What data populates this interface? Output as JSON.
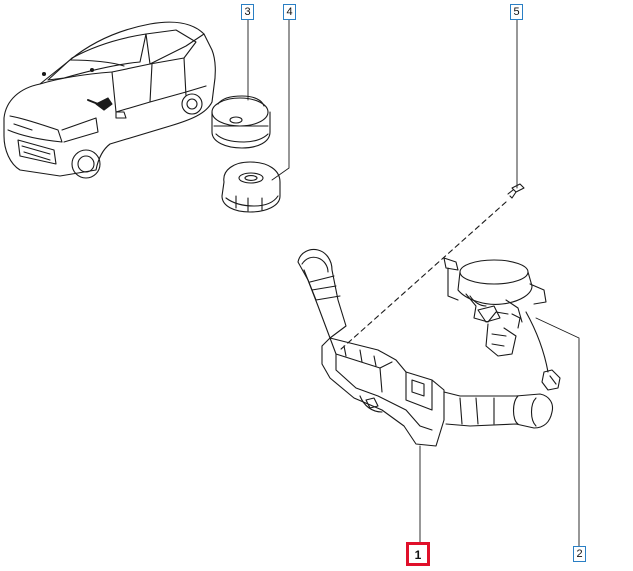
{
  "diagram": {
    "callouts": [
      {
        "id": "1",
        "label": "1",
        "selected": true
      },
      {
        "id": "2",
        "label": "2",
        "selected": false
      },
      {
        "id": "3",
        "label": "3",
        "selected": false
      },
      {
        "id": "4",
        "label": "4",
        "selected": false
      },
      {
        "id": "5",
        "label": "5",
        "selected": false
      }
    ],
    "colors": {
      "line": "#1a1a1a",
      "callout_border": "#2a7fc4",
      "selected_border": "#e0102a"
    }
  }
}
